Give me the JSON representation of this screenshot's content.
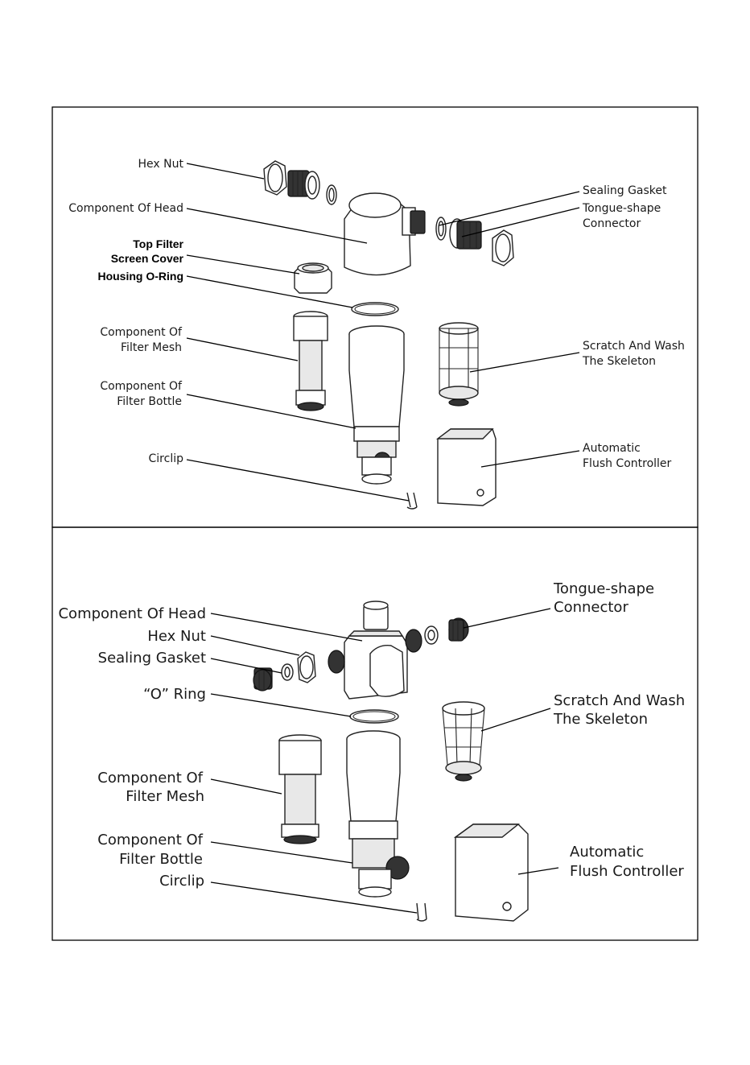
{
  "panel_top": {
    "labels": {
      "hex_nut": "Hex Nut",
      "component_of_head": "Component Of Head",
      "top_filter_line1": "Top Filter",
      "top_filter_line2": "Screen Cover",
      "housing_o_ring": "Housing O-Ring",
      "filter_mesh_line1": "Component Of",
      "filter_mesh_line2": "Filter Mesh",
      "filter_bottle_line1": "Component Of",
      "filter_bottle_line2": "Filter Bottle",
      "circlip": "Circlip",
      "sealing_gasket": "Sealing Gasket",
      "tongue_line1": "Tongue-shape",
      "tongue_line2": "Connector",
      "skeleton_line1": "Scratch And Wash",
      "skeleton_line2": "The Skeleton",
      "flush_line1": "Automatic",
      "flush_line2": "Flush Controller"
    }
  },
  "panel_bottom": {
    "labels": {
      "component_of_head": "Component Of Head",
      "hex_nut": "Hex Nut",
      "sealing_gasket": "Sealing Gasket",
      "o_ring": "“O” Ring",
      "filter_mesh_line1": "Component Of",
      "filter_mesh_line2": "Filter Mesh",
      "filter_bottle_line1": "Component Of",
      "filter_bottle_line2": "Filter Bottle",
      "circlip": "Circlip",
      "tongue_line1": "Tongue-shape",
      "tongue_line2": "Connector",
      "skeleton_line1": "Scratch And Wash",
      "skeleton_line2": "The Skeleton",
      "flush_line1": "Automatic",
      "flush_line2": "Flush Controller"
    }
  }
}
